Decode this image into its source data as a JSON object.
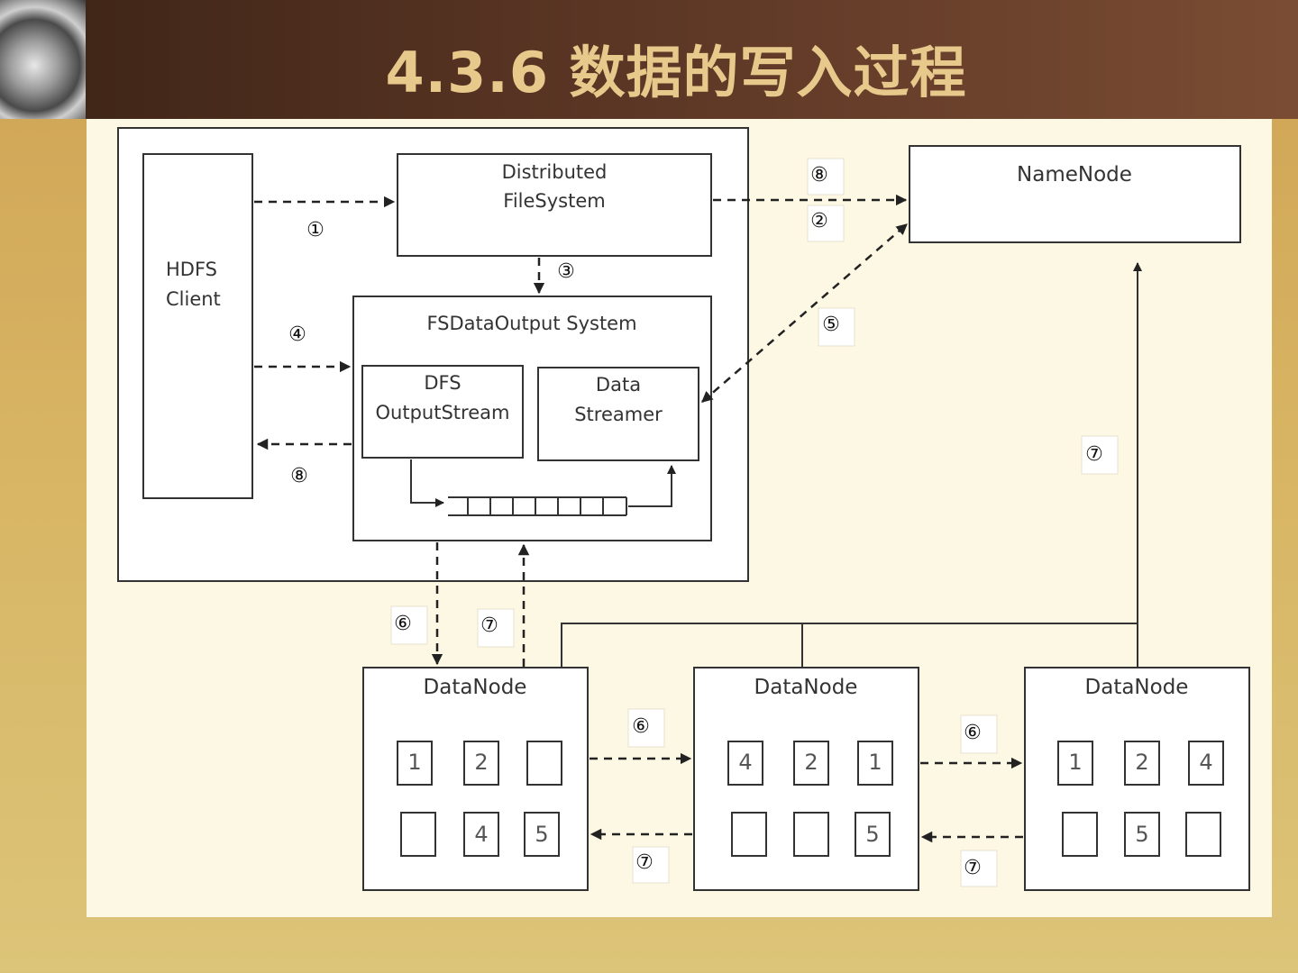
{
  "header": {
    "title": "4.3.6 数据的写入过程"
  },
  "diagram": {
    "client": {
      "line1": "HDFS",
      "line2": "Client"
    },
    "dfs": {
      "line1": "Distributed",
      "line2": "FileSystem"
    },
    "fsdos": {
      "title": "FSDataOutput System"
    },
    "dfsos": {
      "line1": "DFS",
      "line2": "OutputStream"
    },
    "streamer": {
      "line1": "Data",
      "line2": "Streamer"
    },
    "namenode": {
      "label": "NameNode"
    },
    "datanodes": [
      {
        "label": "DataNode",
        "row1": [
          "1",
          "2",
          ""
        ],
        "row2": [
          "",
          "4",
          "5"
        ]
      },
      {
        "label": "DataNode",
        "row1": [
          "4",
          "2",
          "1"
        ],
        "row2": [
          "",
          "",
          "5"
        ]
      },
      {
        "label": "DataNode",
        "row1": [
          "1",
          "2",
          "4"
        ],
        "row2": [
          "",
          "5",
          ""
        ]
      }
    ],
    "steps": {
      "s1": "①",
      "s2": "②",
      "s3": "③",
      "s4": "④",
      "s5": "⑤",
      "s6a": "⑥",
      "s6b": "⑥",
      "s6c": "⑥",
      "s7a": "⑦",
      "s7b": "⑦",
      "s7c": "⑦",
      "s7d": "⑦",
      "s8a": "⑧",
      "s8b": "⑧"
    }
  }
}
